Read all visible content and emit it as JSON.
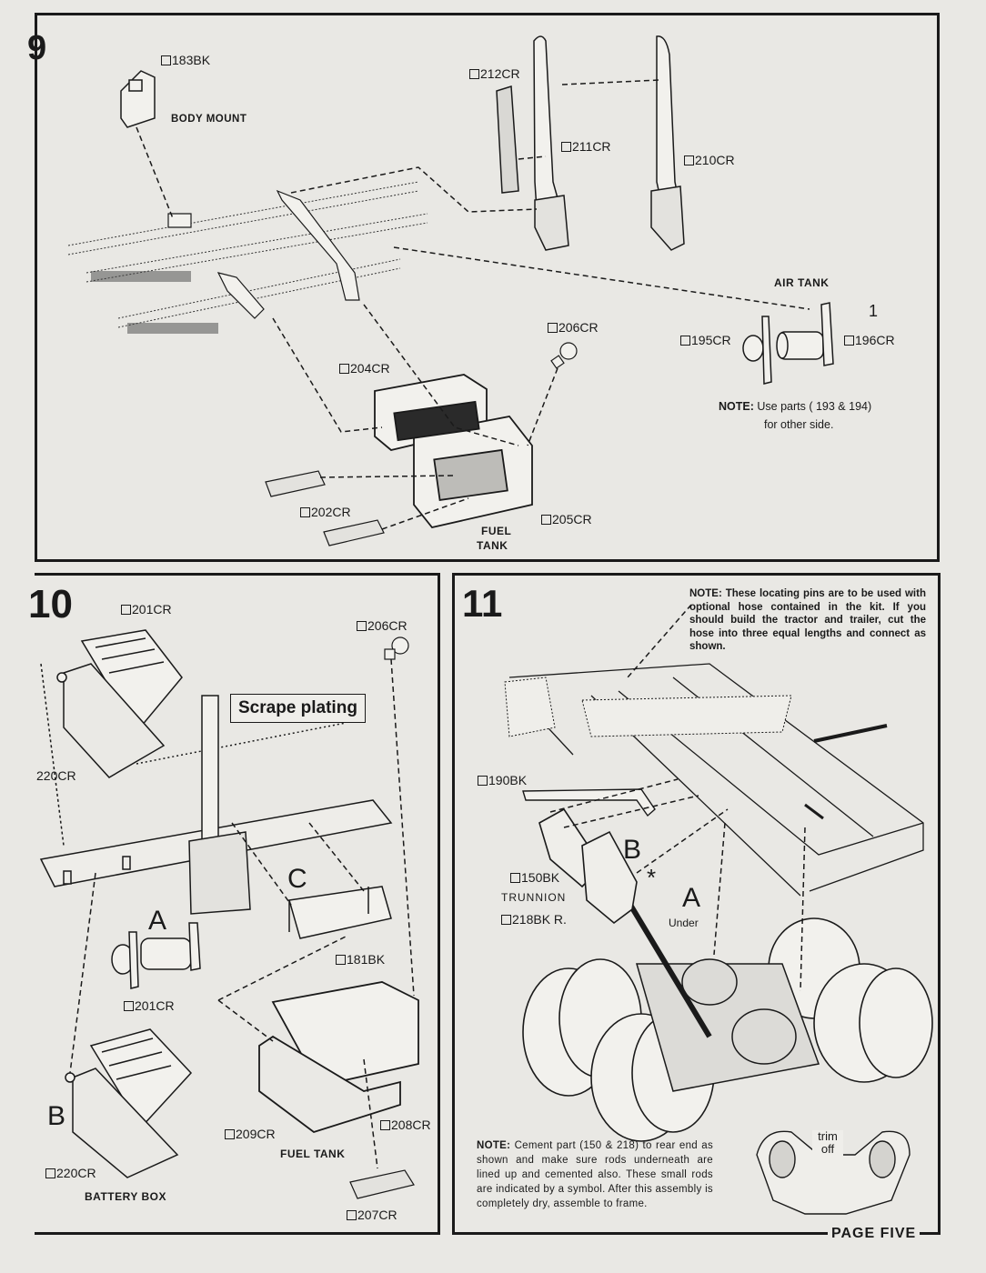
{
  "steps": {
    "step9": {
      "number": "9",
      "parts": {
        "p183": "183BK",
        "p212": "212CR",
        "p211": "211CR",
        "p210": "210CR",
        "p206": "206CR",
        "p195": "195CR",
        "p196": "196CR",
        "p204": "204CR",
        "p202": "202CR",
        "p205": "205CR"
      },
      "labels": {
        "body_mount": "BODY MOUNT",
        "air_tank": "AIR TANK",
        "air_tank_num": "1",
        "fuel_tank_1": "FUEL",
        "fuel_tank_2": "TANK"
      },
      "note_head": "NOTE:",
      "note_line1": "Use parts ( 193 & 194)",
      "note_line2": "for other side."
    },
    "step10": {
      "number": "10",
      "parts": {
        "p201a": "201CR",
        "p206": "206CR",
        "p220a": "220CR",
        "p181": "181BK",
        "p201b": "201CR",
        "p220b": "220CR",
        "p209": "209CR",
        "p208": "208CR",
        "p207": "207CR"
      },
      "scrape": "Scrape plating",
      "letters": {
        "a": "A",
        "b": "B",
        "c": "C"
      },
      "labels": {
        "fuel_tank": "FUEL TANK",
        "battery_box": "BATTERY BOX"
      }
    },
    "step11": {
      "number": "11",
      "note_top": "NOTE: These locating pins are to be used with optional hose contained in the kit. If you should build the tractor and trailer, cut the hose into three equal lengths and connect as shown.",
      "parts": {
        "p190": "190BK",
        "p150": "150BK",
        "p218": "218BK R."
      },
      "labels": {
        "trunnion": "TRUNNION",
        "under": "Under",
        "trim_off": "trim off"
      },
      "letters": {
        "a": "A",
        "b": "B",
        "star": "*"
      },
      "note_bottom_head": "NOTE:",
      "note_bottom": "Cement part (150 & 218) to rear end as shown and make sure rods underneath are lined up and cemented also. These small rods are indicated by a symbol. After this assembly is completely dry, assemble to frame."
    }
  },
  "footer": {
    "page": "PAGE FIVE"
  }
}
